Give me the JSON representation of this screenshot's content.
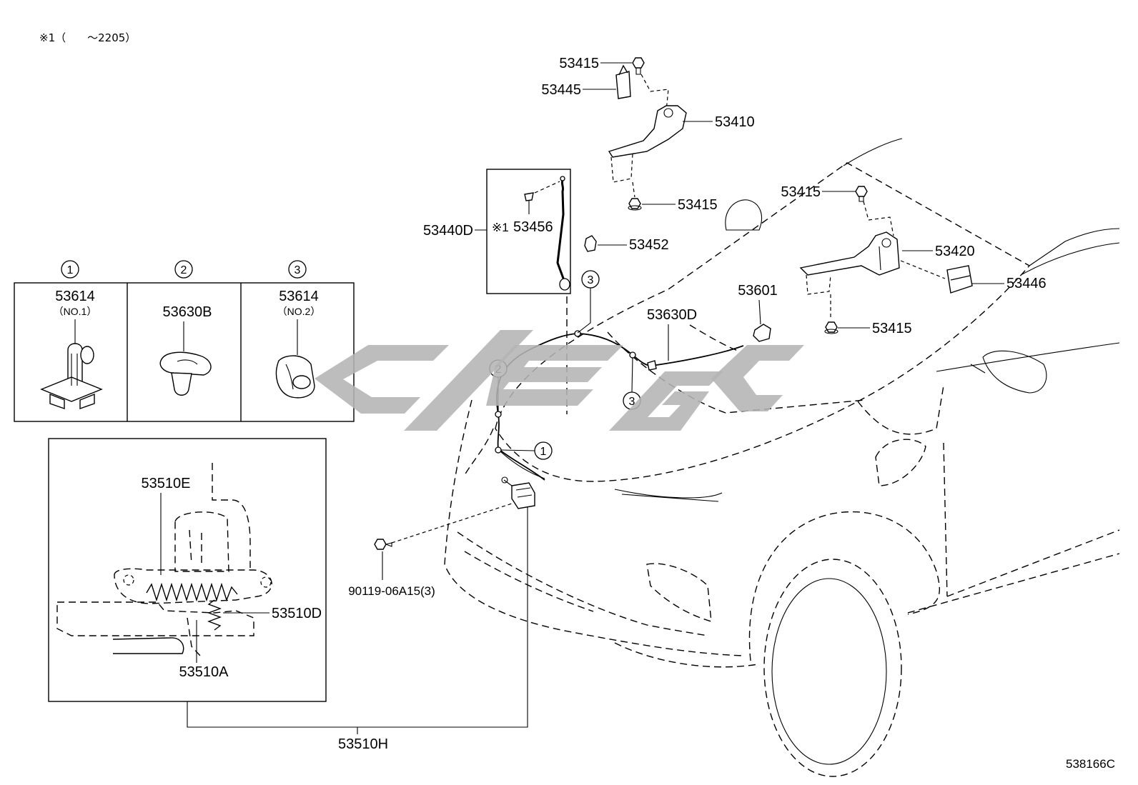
{
  "note": "※1（　　～2205）",
  "diagram_code": "538166C",
  "detail_panels": [
    {
      "index": "1",
      "part": "53614",
      "sub": "（NO.1）"
    },
    {
      "index": "2",
      "part": "53630B",
      "sub": ""
    },
    {
      "index": "3",
      "part": "53614",
      "sub": "（NO.2）"
    }
  ],
  "callouts": {
    "cable_clip_top": "3",
    "cable_clip_left": "2",
    "cable_clip_mid": "3",
    "cable_clip_lower": "1"
  },
  "parts": {
    "hinge_bolt_upper_left": "53415",
    "hinge_shim_left": "53445",
    "hinge_left": "53410",
    "hinge_bolt_lower_left": "53415",
    "support_rod_assy": "53440D",
    "rod_note_mark": "※1",
    "rod_holder": "53456",
    "rod_clip": "53452",
    "hinge_bolt_upper_right": "53415",
    "hinge_right": "53420",
    "hinge_shim_right": "53446",
    "hinge_bolt_lower_right": "53415",
    "hood_switch": "53601",
    "release_cable": "53630D",
    "latch_spring_e": "53510E",
    "latch_spring_d": "53510D",
    "latch_part_a": "53510A",
    "latch_bolt": "90119-06A15(3)",
    "latch_assy": "53510H"
  },
  "colors": {
    "line": "#000000",
    "watermark": "#b4b4b4",
    "background": "#ffffff"
  }
}
